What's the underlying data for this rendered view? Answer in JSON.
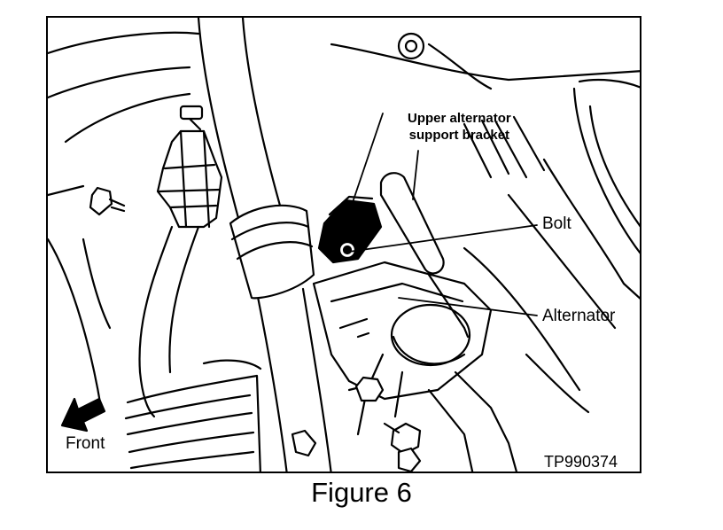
{
  "figure": {
    "callouts": {
      "bracket_line1": "Upper alternator",
      "bracket_line2": "support bracket",
      "bolt": "Bolt",
      "alternator": "Alternator"
    },
    "front_label": "Front",
    "part_number": "TP990374"
  },
  "caption": "Figure 6"
}
